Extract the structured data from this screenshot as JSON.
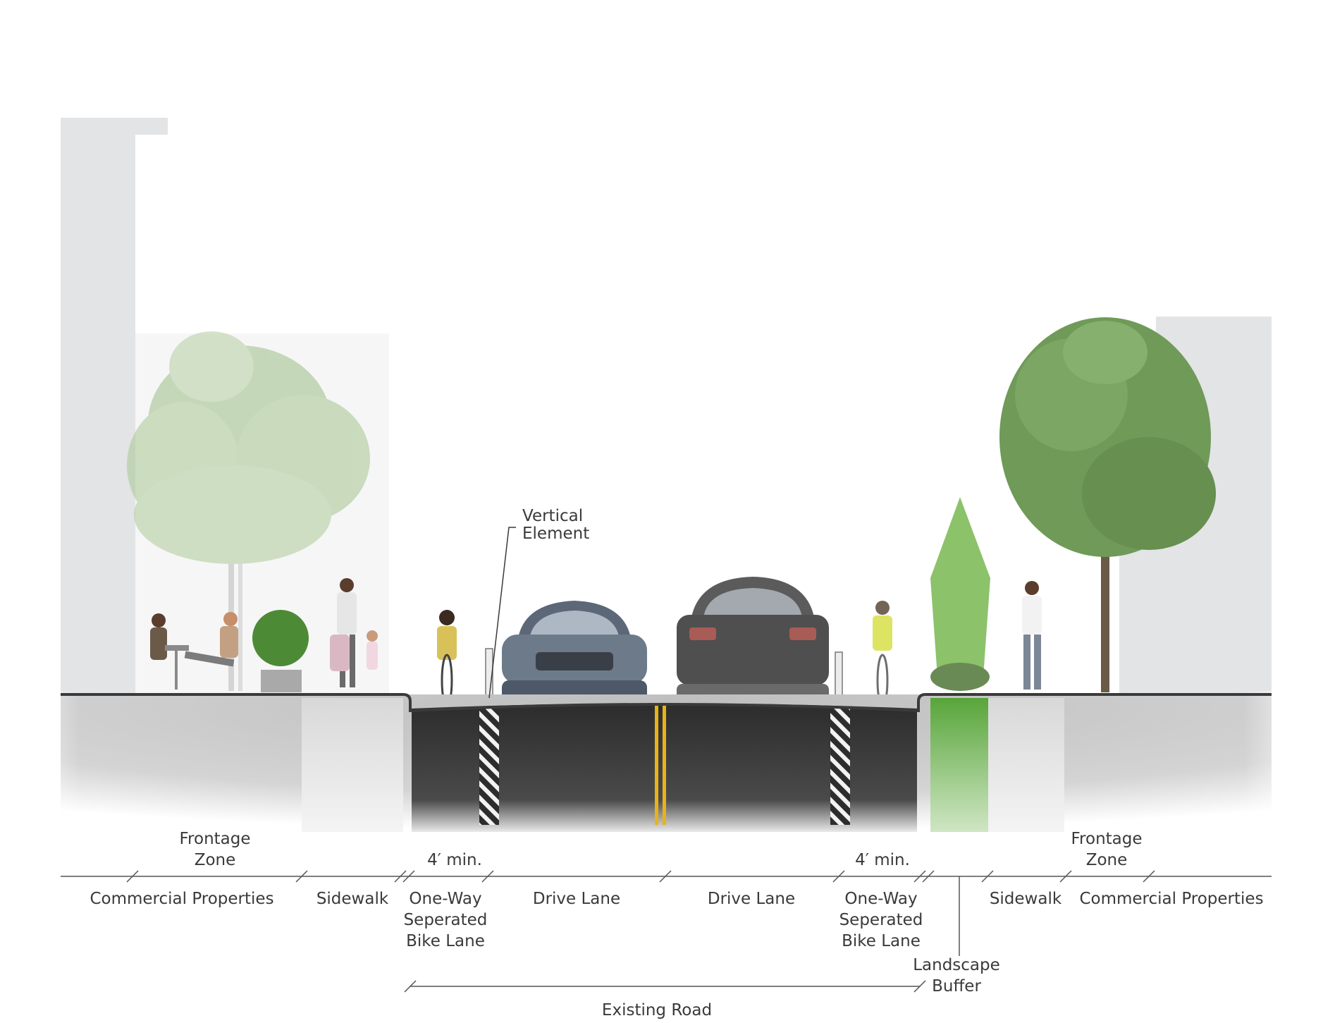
{
  "colors": {
    "background": "#ffffff",
    "building": "#e3e4e6",
    "soil": "#c9c9c9",
    "sidewalk_section": "#dcdcdc",
    "asphalt": "#2f2f2f",
    "center_line": "#e8b21a",
    "landscape": "#5aa83c",
    "tree_foliage": "#6f9a58",
    "text": "#3a3a3a",
    "dimension_line": "#555555"
  },
  "labels": {
    "vertical_element": [
      "Vertical",
      "Element"
    ],
    "frontage_left": [
      "Frontage",
      "Zone"
    ],
    "frontage_right": [
      "Frontage",
      "Zone"
    ],
    "min_left": "4′ min.",
    "min_right": "4′ min.",
    "commercial_left": "Commercial Properties",
    "sidewalk_left": "Sidewalk",
    "bike_left": [
      "One-Way",
      "Seperated",
      "Bike Lane"
    ],
    "drive_left": "Drive Lane",
    "drive_right": "Drive Lane",
    "bike_right": [
      "One-Way",
      "Seperated",
      "Bike Lane"
    ],
    "sidewalk_right": "Sidewalk",
    "commercial_right": "Commercial Properties",
    "landscape_buffer": [
      "Landscape",
      "Buffer"
    ],
    "existing_road": "Existing Road"
  }
}
